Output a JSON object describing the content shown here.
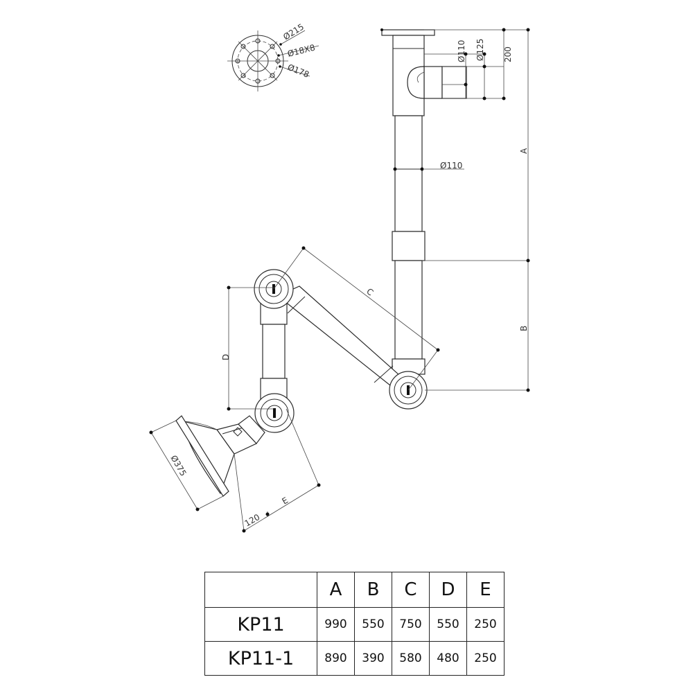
{
  "flange_labels": {
    "outer": "Ø215",
    "holes": "Ø18X8",
    "pcd": "Ø178"
  },
  "dimension_labels": {
    "dia_110_top": "Ø110",
    "dia_125": "Ø125",
    "height_200": "200",
    "dia_110_pipe": "Ø110",
    "A": "A",
    "B": "B",
    "C": "C",
    "D": "D",
    "E": "E",
    "hood_dia": "Ø375",
    "hood_120": "120"
  },
  "table": {
    "headers": [
      "",
      "A",
      "B",
      "C",
      "D",
      "E"
    ],
    "rows": [
      {
        "model": "KP11",
        "values": [
          "990",
          "550",
          "750",
          "550",
          "250"
        ]
      },
      {
        "model": "KP11-1",
        "values": [
          "890",
          "390",
          "580",
          "480",
          "250"
        ]
      }
    ]
  }
}
